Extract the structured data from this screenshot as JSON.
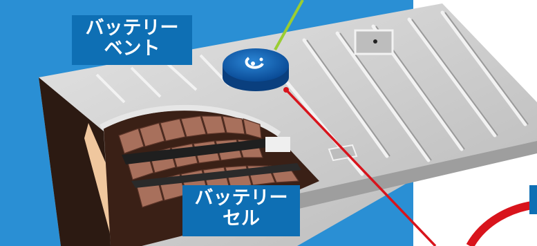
{
  "labels": {
    "vent": {
      "line1": "バッテリー",
      "line2": "ベント"
    },
    "cell": {
      "line1": "バッテリー",
      "line2": "セル"
    }
  },
  "colors": {
    "background_blue": "#2a8fd4",
    "label_blue": "#0e6fb4",
    "vent_pointer_green": "#9acd32",
    "cell_pointer_red": "#d8141c",
    "cell_brown": "#a8705c",
    "casing_gray": "#c9c9c9"
  },
  "icons": {
    "vent_cap": "vent-cap-icon"
  }
}
